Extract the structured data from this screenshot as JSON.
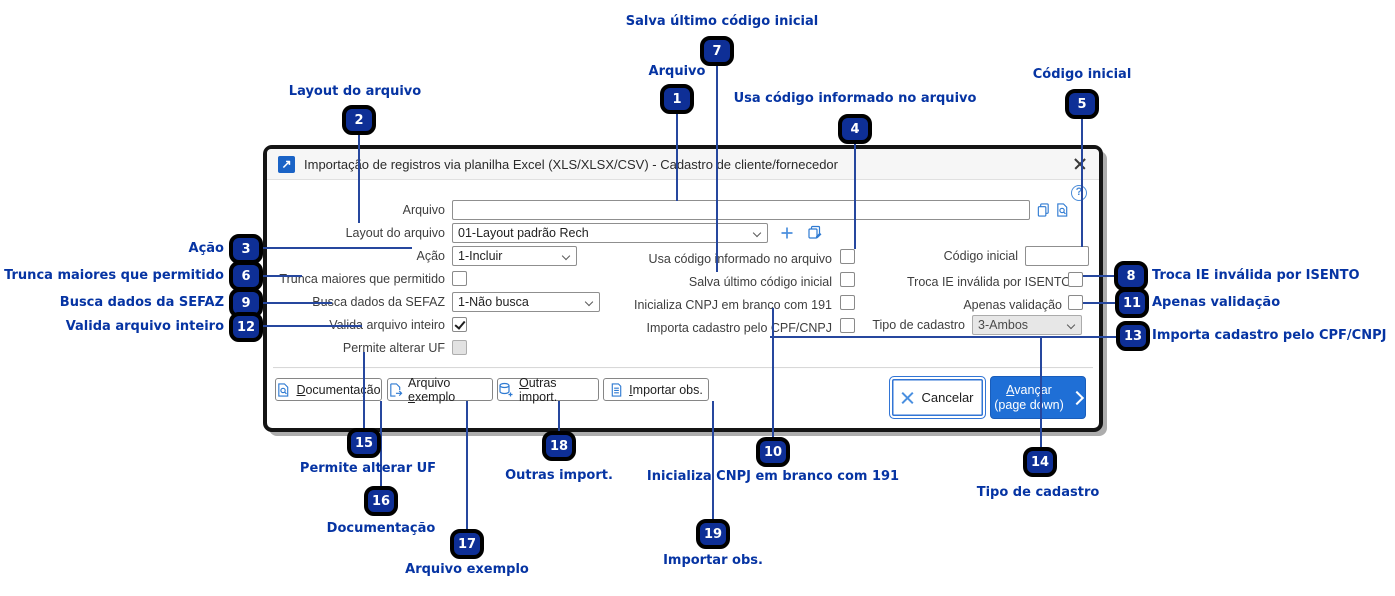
{
  "palette": {
    "callout_text": "#0634a3",
    "badge_fill": "#0e2f96",
    "connector_line": "#26479e",
    "accent_blue": "#2e7ad2",
    "primary_button": "#1f6fd6",
    "dialog_frame": "#141414"
  },
  "window": {
    "title": "Importação de registros via planilha Excel (XLS/XLSX/CSV) - Cadastro de cliente/fornecedor",
    "title_icon_glyph": "↗",
    "help_glyph": "?"
  },
  "form": {
    "arquivo": {
      "label": "Arquivo",
      "value": ""
    },
    "layout_arquivo": {
      "label": "Layout do arquivo",
      "value": "01-Layout padrão Rech"
    },
    "acao": {
      "label": "Ação",
      "value": "1-Incluir"
    },
    "trunca": {
      "label": "Trunca maiores que permitido",
      "checked": false
    },
    "busca_sefaz": {
      "label": "Busca dados da SEFAZ",
      "value": "1-Não busca"
    },
    "valida_arquivo": {
      "label": "Valida arquivo inteiro",
      "checked": true
    },
    "permite_uf": {
      "label": "Permite alterar UF",
      "checked": false,
      "disabled": true
    },
    "usa_codigo": {
      "label": "Usa código informado no arquivo",
      "checked": false
    },
    "salva_ultimo": {
      "label": "Salva último código inicial",
      "checked": false
    },
    "inicializa_cnpj": {
      "label": "Inicializa CNPJ em branco com 191",
      "checked": false
    },
    "importa_cpf": {
      "label": "Importa cadastro pelo CPF/CNPJ",
      "checked": false
    },
    "codigo_inicial": {
      "label": "Código inicial",
      "value": ""
    },
    "troca_ie": {
      "label": "Troca IE inválida por ISENTO",
      "checked": false
    },
    "apenas_validacao": {
      "label": "Apenas validação",
      "checked": false
    },
    "tipo_cadastro": {
      "label": "Tipo de cadastro",
      "value": "3-Ambos",
      "disabled": true
    }
  },
  "footer_buttons": {
    "documentacao": {
      "pre": "",
      "key": "D",
      "post": "ocumentação",
      "icon": "doc-search"
    },
    "arquivo_exemplo": {
      "pre": "Arquivo ",
      "key": "e",
      "post": "xemplo",
      "icon": "doc-export"
    },
    "outras_import": {
      "pre": "",
      "key": "O",
      "post": "utras import.",
      "icon": "database-add"
    },
    "importar_obs": {
      "pre": "",
      "key": "I",
      "post": "mportar obs.",
      "icon": "doc-lines"
    },
    "cancelar": {
      "label": "Cancelar",
      "icon": "x-mark"
    },
    "avancar": {
      "key": "A",
      "post": "vançar",
      "line2": "(page down)",
      "icon": "chevron-right"
    }
  },
  "callouts": [
    {
      "n": "1",
      "label": "Arquivo"
    },
    {
      "n": "2",
      "label": "Layout do arquivo"
    },
    {
      "n": "3",
      "label": "Ação"
    },
    {
      "n": "4",
      "label": "Usa código informado no arquivo"
    },
    {
      "n": "5",
      "label": "Código inicial"
    },
    {
      "n": "6",
      "label": "Trunca maiores que permitido"
    },
    {
      "n": "7",
      "label": "Salva último código inicial"
    },
    {
      "n": "8",
      "label": "Troca IE inválida por ISENTO"
    },
    {
      "n": "9",
      "label": "Busca dados da SEFAZ"
    },
    {
      "n": "10",
      "label": "Inicializa CNPJ em branco com 191"
    },
    {
      "n": "11",
      "label": "Apenas validação"
    },
    {
      "n": "12",
      "label": "Valida arquivo inteiro"
    },
    {
      "n": "13",
      "label": "Importa cadastro pelo CPF/CNPJ"
    },
    {
      "n": "14",
      "label": "Tipo de cadastro"
    },
    {
      "n": "15",
      "label": "Permite alterar UF"
    },
    {
      "n": "16",
      "label": "Documentação"
    },
    {
      "n": "17",
      "label": "Arquivo exemplo"
    },
    {
      "n": "18",
      "label": "Outras import."
    },
    {
      "n": "19",
      "label": "Importar obs."
    }
  ]
}
